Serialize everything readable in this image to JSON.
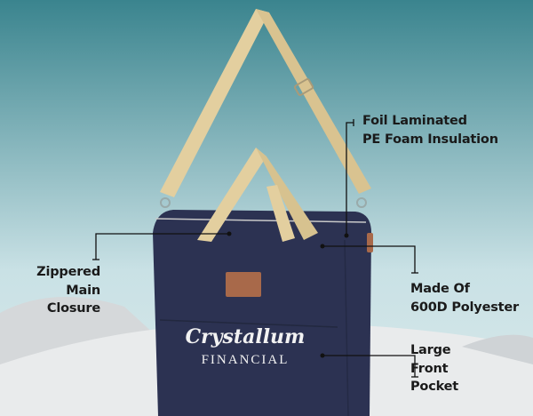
{
  "callouts": {
    "zippered": [
      "Zippered",
      "Main",
      "Closure"
    ],
    "foil": [
      "Foil Laminated",
      "PE Foam Insulation"
    ],
    "material": [
      "Made Of",
      "600D Polyester"
    ],
    "pocket": [
      "Large",
      "Front",
      "Pocket"
    ]
  },
  "product": {
    "logo_name": "Crystallum",
    "logo_sub": "FINANCIAL"
  },
  "colors": {
    "sky_top": "#3a848e",
    "sky_bottom": "#c9e1e5",
    "bag": "#2c3252",
    "strap": "#e3cf9f",
    "patch": "#a8694a"
  }
}
